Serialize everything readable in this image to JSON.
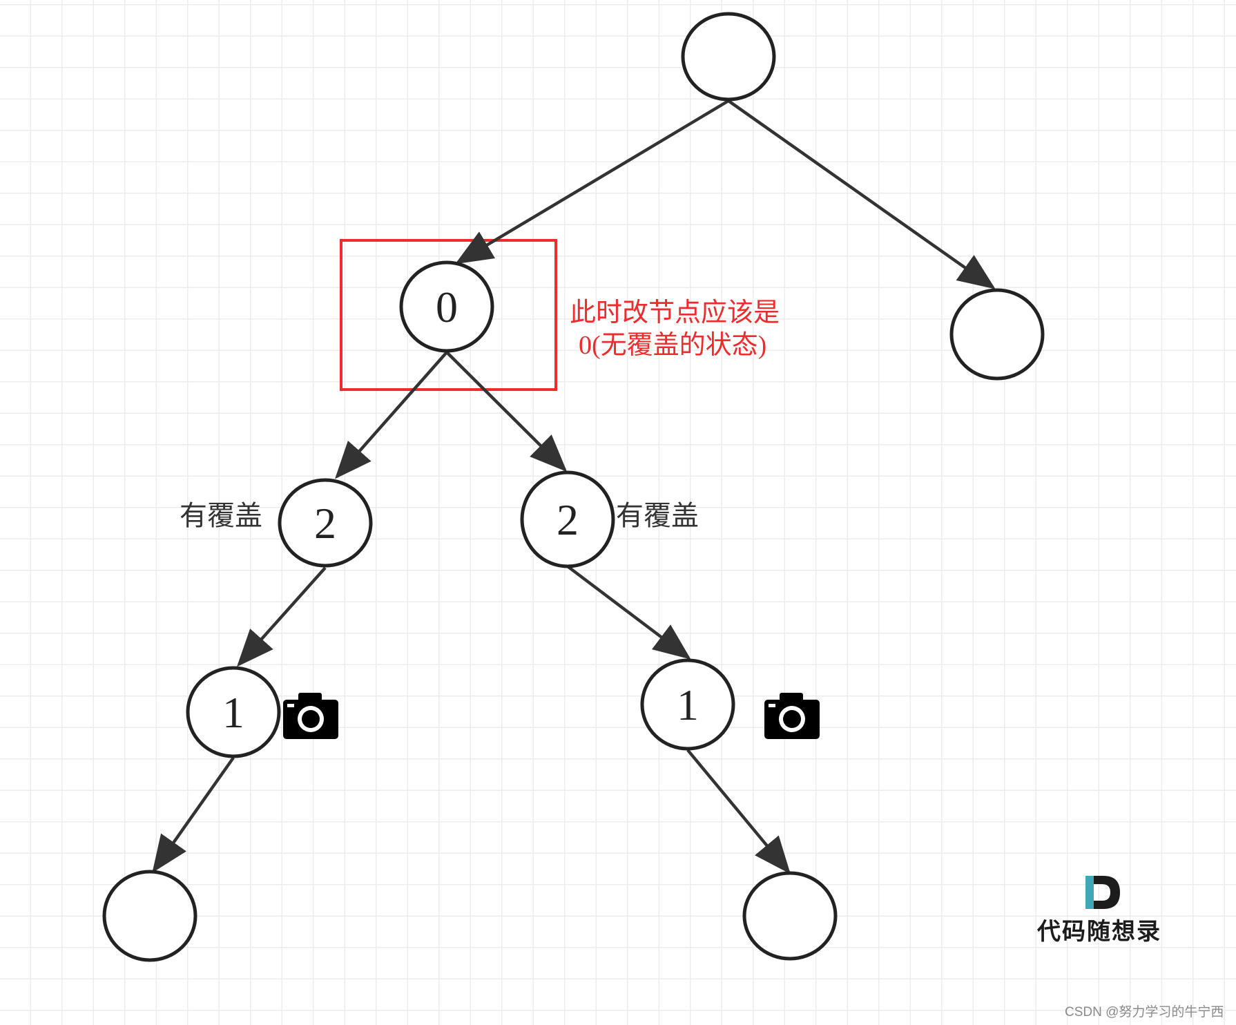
{
  "diagram": {
    "nodes": [
      {
        "id": "root",
        "label": ""
      },
      {
        "id": "n-zero",
        "label": "0"
      },
      {
        "id": "n-right",
        "label": ""
      },
      {
        "id": "n-two-left",
        "label": "2"
      },
      {
        "id": "n-two-right",
        "label": "2"
      },
      {
        "id": "n-one-left",
        "label": "1"
      },
      {
        "id": "n-one-right",
        "label": "1"
      },
      {
        "id": "leaf-left",
        "label": ""
      },
      {
        "id": "leaf-right",
        "label": ""
      }
    ],
    "edges": [
      {
        "from": "root",
        "to": "n-zero"
      },
      {
        "from": "root",
        "to": "n-right"
      },
      {
        "from": "n-zero",
        "to": "n-two-left"
      },
      {
        "from": "n-zero",
        "to": "n-two-right"
      },
      {
        "from": "n-two-left",
        "to": "n-one-left"
      },
      {
        "from": "n-two-right",
        "to": "n-one-right"
      },
      {
        "from": "n-one-left",
        "to": "leaf-left"
      },
      {
        "from": "n-one-right",
        "to": "leaf-right"
      }
    ],
    "covered_label_left": "有覆盖",
    "covered_label_right": "有覆盖",
    "camera_icon": "camera-icon",
    "highlight": {
      "target": "n-zero",
      "color": "#ef2b2b",
      "note_line1": "此时改节点应该是",
      "note_line2": "0(无覆盖的状态)"
    }
  },
  "logo": {
    "text": "代码随想录",
    "icon": "d-logo-icon"
  },
  "watermark": "CSDN @努力学习的牛宁西",
  "colors": {
    "stroke": "#222222",
    "grid": "#ececec",
    "highlight": "#ef2b2b",
    "logo_teal": "#3fa7b7"
  }
}
